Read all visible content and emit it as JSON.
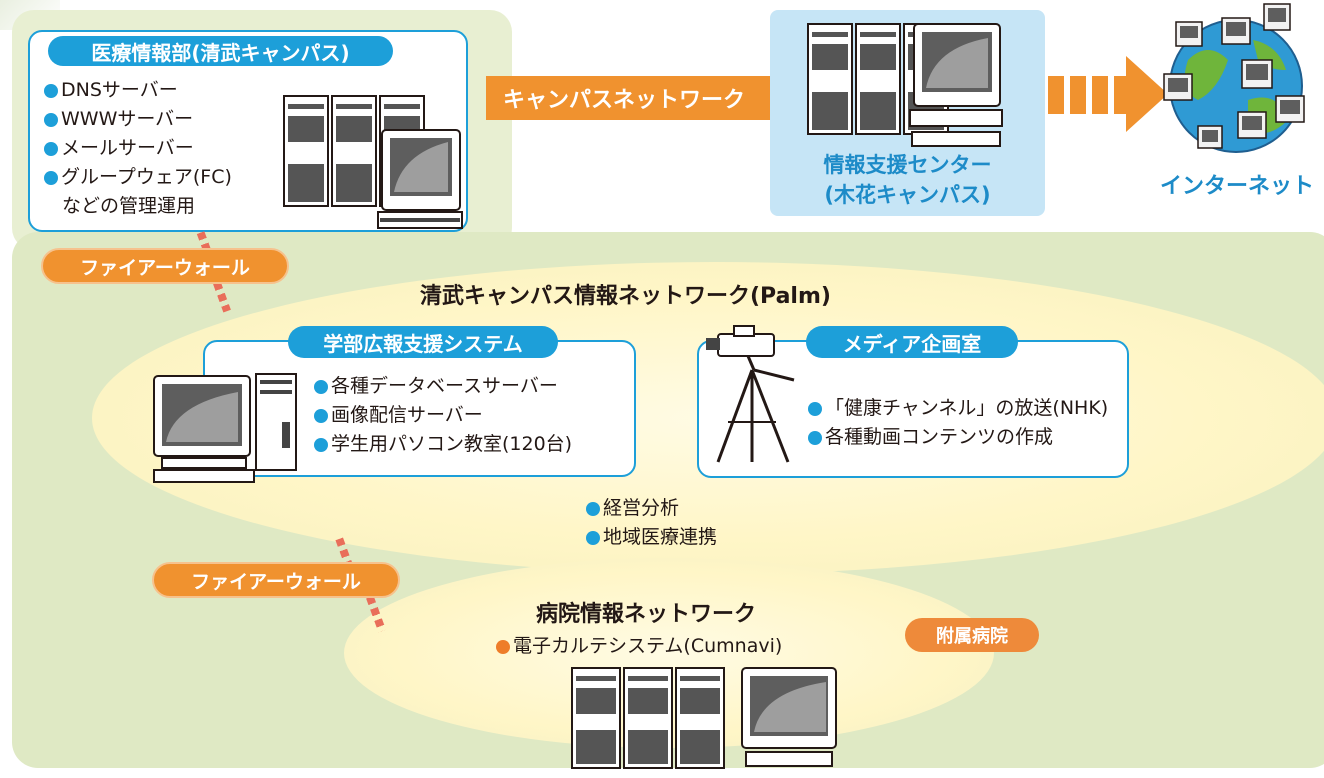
{
  "medical_dept": {
    "title": "医療情報部(清武キャンパス)",
    "items": [
      "DNSサーバー",
      "WWWサーバー",
      "メールサーバー",
      "グループウェア(FC)"
    ],
    "note": "などの管理運用"
  },
  "campus_network_label": "キャンパスネットワーク",
  "info_center": {
    "line1": "情報支援センター",
    "line2": "(木花キャンパス)"
  },
  "internet_label": "インターネット",
  "firewall_label": "ファイアーウォール",
  "palm_network_title": "清武キャンパス情報ネットワーク(Palm)",
  "faculty_system": {
    "title": "学部広報支援システム",
    "items": [
      "各種データベースサーバー",
      "画像配信サーバー",
      "学生用パソコン教室(120台)"
    ]
  },
  "media_room": {
    "title": "メディア企画室",
    "items": [
      "「健康チャンネル」の放送(NHK)",
      "各種動画コンテンツの作成"
    ]
  },
  "palm_items": [
    "経営分析",
    "地域医療連携"
  ],
  "hospital_network": {
    "title": "病院情報ネットワーク",
    "item": "電子カルテシステム(Cumnavi)",
    "badge": "附属病院"
  },
  "colors": {
    "accent_blue": "#1d9fd9",
    "accent_orange": "#f0922f",
    "panel_green": "#dfe9c4",
    "center_blue": "#c6e5f6"
  },
  "icons": [
    "server-rack-icon",
    "crt-monitor-icon",
    "globe-icon",
    "video-camera-tripod-icon",
    "arrow-right-icon"
  ]
}
